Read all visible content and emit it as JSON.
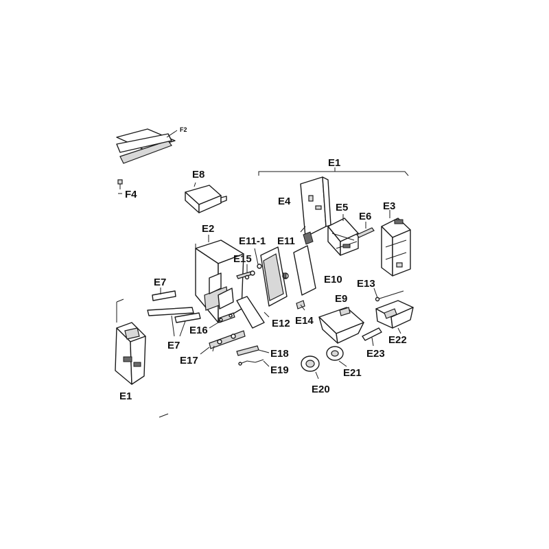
{
  "labels": {
    "f2": "F2",
    "f4": "F4",
    "e1_group": "E1",
    "e1_left": "E1",
    "e2": "E2",
    "e3": "E3",
    "e4": "E4",
    "e5": "E5",
    "e6": "E6",
    "e7_top": "E7",
    "e7_bottom": "E7",
    "e8": "E8",
    "e9": "E9",
    "e10": "E10",
    "e11": "E11",
    "e11_1": "E11-1",
    "e12": "E12",
    "e13": "E13",
    "e14": "E14",
    "e15": "E15",
    "e16": "E16",
    "e17": "E17",
    "e18": "E18",
    "e19": "E19",
    "e20": "E20",
    "e21": "E21",
    "e22": "E22",
    "e23": "E23"
  }
}
